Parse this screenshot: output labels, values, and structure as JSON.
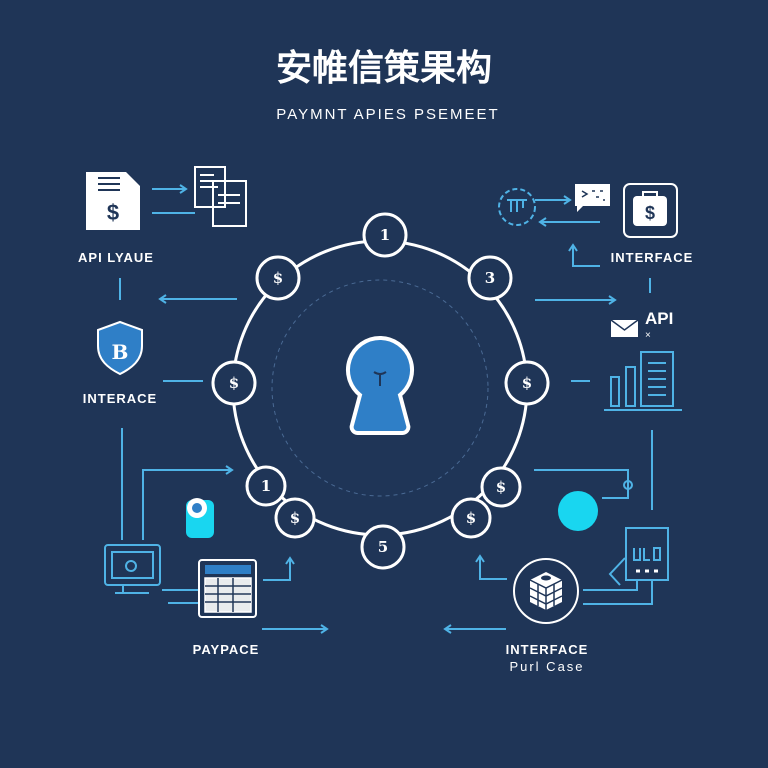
{
  "title": "安帷信策果构",
  "subtitle": "PAYMNT APIES PSEMEET",
  "labels": {
    "top_left": "API LYAUE",
    "left": "INTERACE",
    "top_right": "INTERFACE",
    "right_api": "API",
    "right_api_x": "×",
    "bottom_left": "PAYPACE",
    "bottom_right": "INTERFACE",
    "bottom_right_sub": "Purl Case"
  },
  "ring_nodes": [
    "1",
    "$",
    "3",
    "$",
    "$",
    "1",
    "$",
    "$",
    "$",
    "5"
  ],
  "icons": {
    "doc_dollar": "$",
    "bag_dollar": "$",
    "shield": "B"
  },
  "colors": {
    "background": "#1f3557",
    "accent": "#4fb3e6",
    "keyhole": "#2f7fc7",
    "cyan": "#19d6f0"
  }
}
